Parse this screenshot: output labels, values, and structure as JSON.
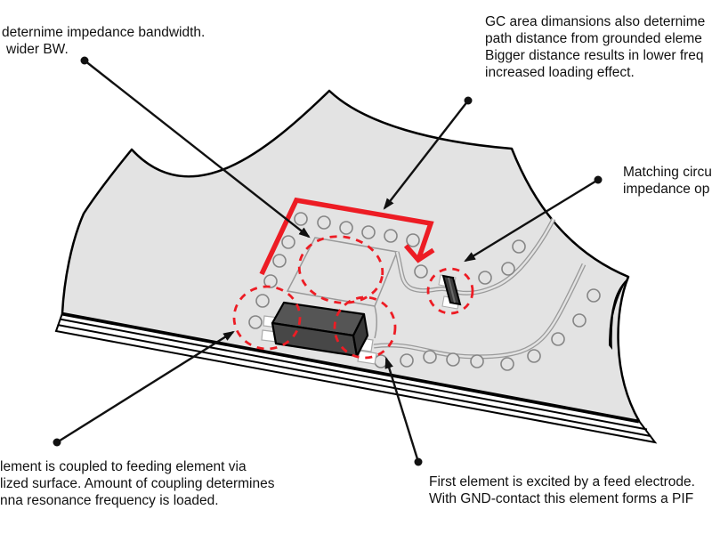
{
  "annotations": {
    "impedance_bandwidth": {
      "lines": [
        "deternime impedance bandwidth.",
        "wider BW."
      ]
    },
    "gc_area": {
      "lines": [
        "GC area dimansions also deternime",
        "path distance from grounded eleme",
        "Bigger distance results in lower freq",
        "increased loading effect."
      ]
    },
    "matching_circuit": {
      "lines": [
        "Matching circu",
        "impedance op"
      ]
    },
    "coupling": {
      "lines": [
        "lement is coupled to feeding element via",
        "lized surface. Amount of coupling determines",
        "nna resonance frequency is loaded."
      ]
    },
    "feed_electrode": {
      "lines": [
        "First element is excited by a feed electrode.",
        "With GND-contact this element forms a PIF"
      ]
    }
  },
  "diagram": {
    "subject": "pcb-antenna-ground-clearance",
    "highlight_red": "#ed1c24",
    "board_fill": "#e3e3e3",
    "outline_color": "#000000",
    "via_stroke": "#858585",
    "trace_stroke": "#9a9a9a",
    "component_top": "#555555",
    "component_front": "#474747",
    "component_side": "#383838"
  }
}
